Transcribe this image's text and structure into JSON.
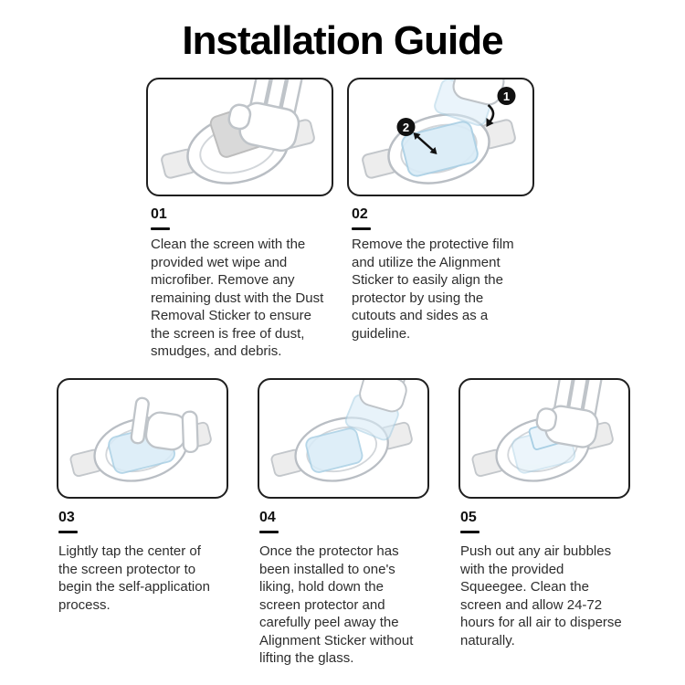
{
  "title": "Installation Guide",
  "steps": [
    {
      "number": "01",
      "text": "Clean the screen with the provided wet wipe and microfiber. Remove any remaining dust with the Dust Removal Sticker to ensure the screen is free of dust, smudges, and debris."
    },
    {
      "number": "02",
      "text": "Remove the protective film and utilize the Alignment Sticker to easily align the protector by using the cutouts and sides as a guideline.",
      "badge1": "1",
      "badge2": "2"
    },
    {
      "number": "03",
      "text": "Lightly tap the center of the screen protector to begin the self-application process."
    },
    {
      "number": "04",
      "text": "Once the protector has been installed to one's liking, hold down the screen protector and carefully peel away the Alignment Sticker without lifting the glass."
    },
    {
      "number": "05",
      "text": "Push out any air bubbles with the provided Squeegee. Clean the screen and allow 24-72 hours for all air to disperse naturally."
    }
  ],
  "colors": {
    "film": "#d9ecf7",
    "film_stroke": "#a9cfe4",
    "line_gray": "#b9bec4",
    "badge_black": "#111111"
  }
}
